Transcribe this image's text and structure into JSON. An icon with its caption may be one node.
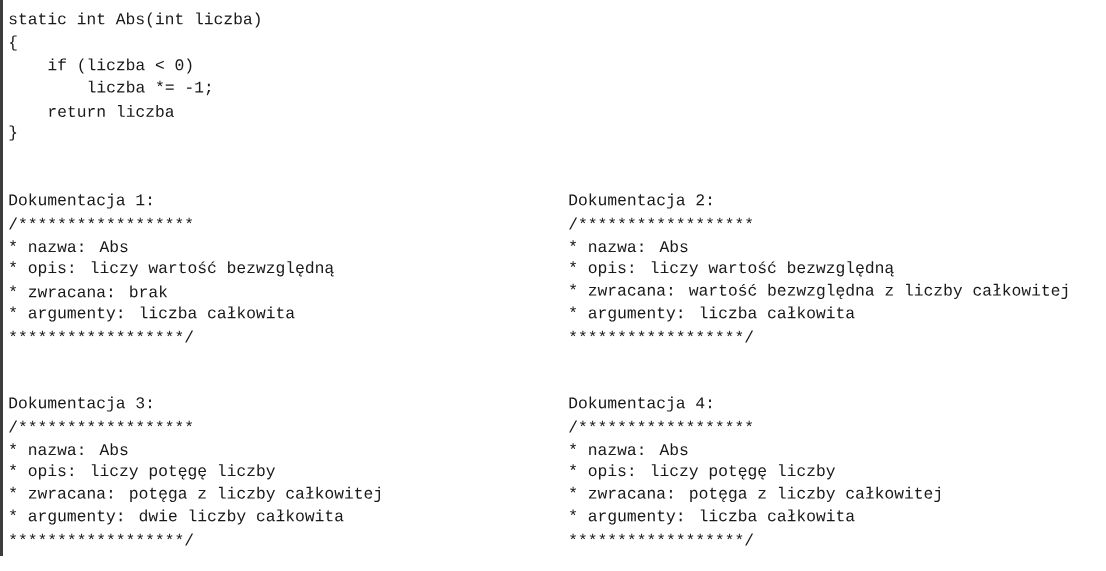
{
  "diagram": {
    "labels": [
      "static int Abs(int liczba)",
      "{",
      "if (liczba < 0)",
      "liczba *= -1;",
      "return liczba",
      "}",
      "Dokumentacja 1:",
      "/******************",
      "* nazwa: Abs",
      "* opis: liczy wartość bezwzględną",
      "* zwracana: brak",
      "* argumenty: liczba całkowita",
      "******************/",
      "Dokumentacja 2:",
      "/******************",
      "* nazwa: Abs",
      "* opis: liczy wartość bezwzględną",
      "* zwracana: wartość bezwzględna z liczby całkowitej",
      "* argumenty: liczba całkowita",
      "******************/",
      "Dokumentacja 3:",
      "/******************",
      "* nazwa: Abs",
      "* opis: liczy potęgę liczby",
      "* zwracana: potęga z liczby całkowitej",
      "* argumenty: dwie liczby całkowita",
      "******************/",
      "Dokumentacja 4:",
      "/******************",
      "* nazwa: Abs",
      "* opis: liczy potęgę liczby",
      "* zwracana: potęga z liczby całkowitej",
      "* argumenty: liczba całkowita",
      "******************/"
    ]
  }
}
